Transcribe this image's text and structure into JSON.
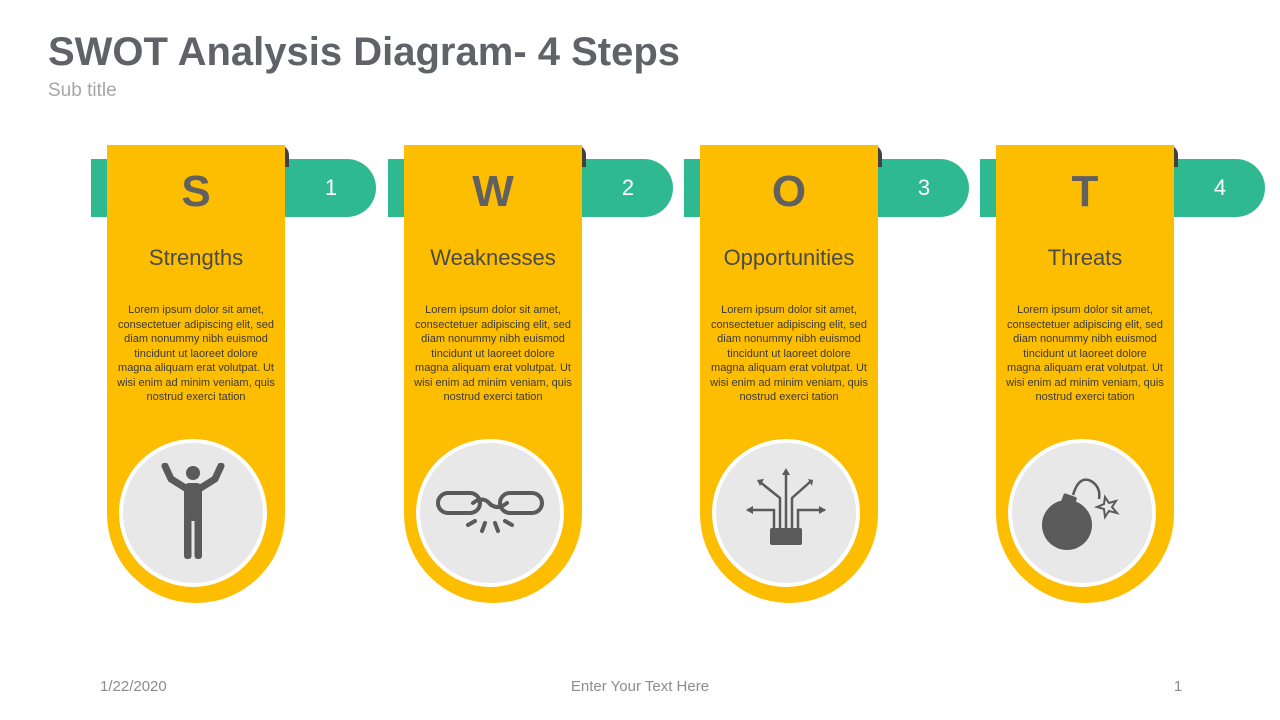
{
  "title": "SWOT Analysis Diagram- 4 Steps",
  "subtitle": "Sub title",
  "steps": [
    {
      "letter": "S",
      "number": "1",
      "label": "Strengths",
      "text": "Lorem ipsum dolor sit amet, consectetuer adipiscing elit, sed diam nonummy nibh euismod tincidunt ut laoreet dolore magna aliquam erat volutpat.  Ut wisi enim ad minim veniam, quis nostrud exerci tation",
      "icon": "person-arms-raised-icon"
    },
    {
      "letter": "W",
      "number": "2",
      "label": "Weaknesses",
      "text": "Lorem ipsum dolor sit amet, consectetuer adipiscing elit, sed diam nonummy nibh euismod tincidunt ut laoreet dolore magna aliquam erat volutpat.  Ut wisi enim ad minim veniam, quis nostrud exerci tation",
      "icon": "broken-chain-icon"
    },
    {
      "letter": "O",
      "number": "3",
      "label": "Opportunities",
      "text": "Lorem ipsum dolor sit amet, consectetuer adipiscing elit, sed diam nonummy nibh euismod tincidunt ut laoreet dolore magna aliquam erat volutpat.  Ut wisi enim ad minim veniam, quis nostrud exerci tation",
      "icon": "branching-arrows-icon"
    },
    {
      "letter": "T",
      "number": "4",
      "label": "Threats",
      "text": "Lorem ipsum dolor sit amet, consectetuer adipiscing elit, sed diam nonummy nibh euismod tincidunt ut laoreet dolore magna aliquam erat volutpat.  Ut wisi enim ad minim veniam, quis nostrud exerci tation",
      "icon": "bomb-icon"
    }
  ],
  "footer": {
    "date": "1/22/2020",
    "text": "Enter Your  Text  Here",
    "page": "1"
  },
  "colors": {
    "accent_green": "#2fb991",
    "accent_yellow": "#fdbd00",
    "notch_dark": "#414141",
    "icon_gray": "#5a5a5a"
  }
}
